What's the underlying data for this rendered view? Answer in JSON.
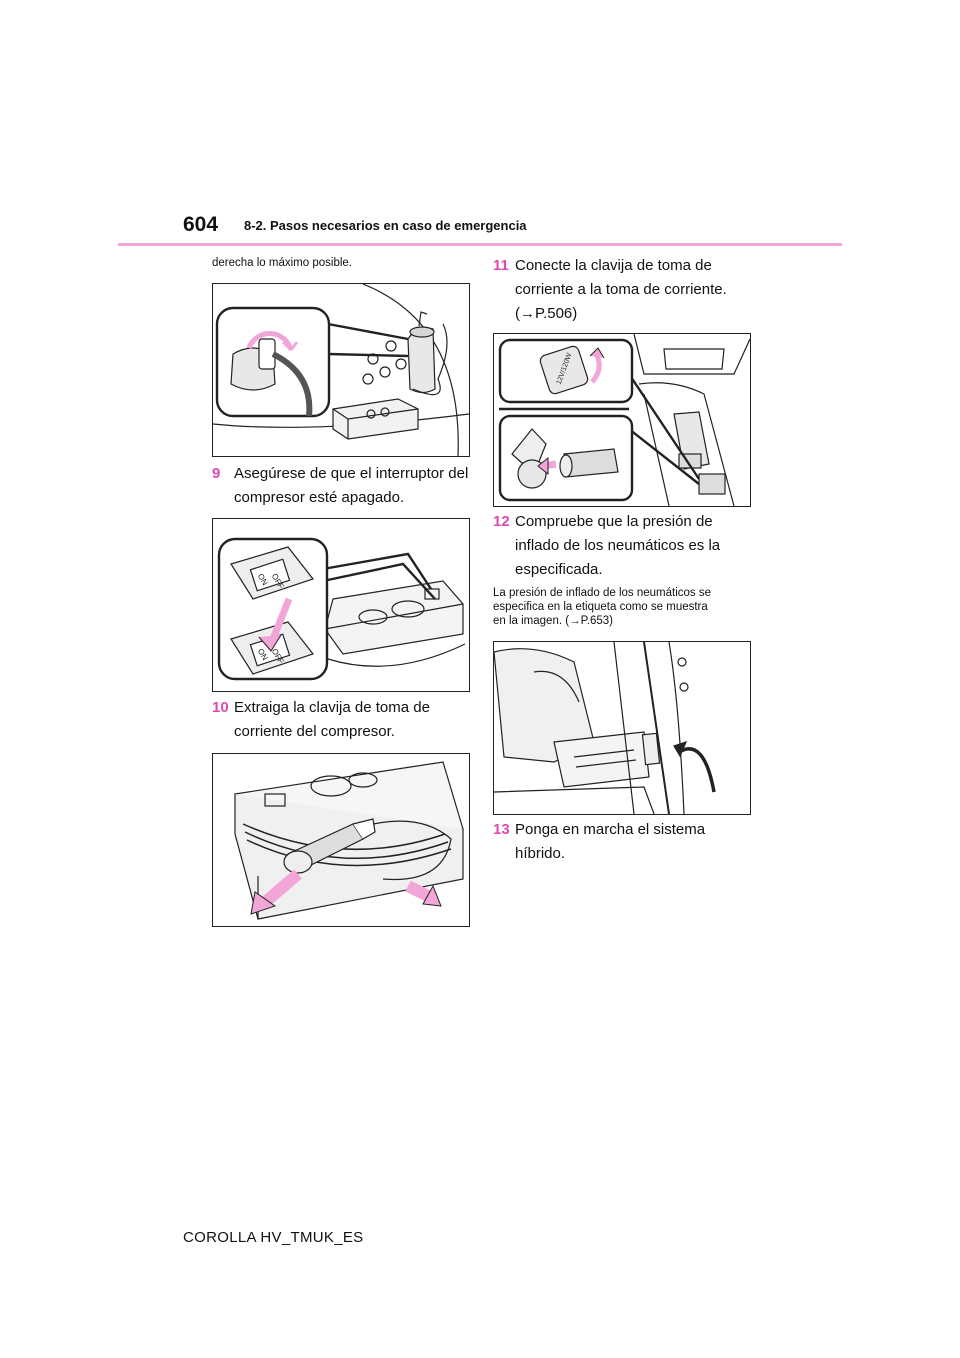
{
  "header": {
    "page_number": "604",
    "section_title": "8-2. Pasos necesarios en caso de emergencia"
  },
  "left_column": {
    "continuation_text": "derecha lo máximo posible.",
    "step9": {
      "number": "9",
      "line1": "Asegúrese de que el interruptor del",
      "line2": "compresor esté apagado."
    },
    "step10": {
      "number": "10",
      "line1": "Extraiga la clavija de toma de",
      "line2": "corriente del compresor."
    }
  },
  "right_column": {
    "step11": {
      "number": "11",
      "line1": "Conecte la clavija de toma de",
      "line2": "corriente a la toma de corriente.",
      "line3": "(→P.506)"
    },
    "step12": {
      "number": "12",
      "line1": "Compruebe que la presión de",
      "line2": "inflado de los neumáticos es la",
      "line3": "especificada."
    },
    "note": {
      "line1": "La presión de inflado de los neumáticos se",
      "line2": "especifica en la etiqueta como se muestra",
      "line3": "en la imagen. (→P.653)"
    },
    "step13": {
      "number": "13",
      "line1": "Ponga en marcha el sistema",
      "line2": "híbrido."
    }
  },
  "figures": {
    "switch_labels": {
      "on": "ON",
      "off": "OFF"
    },
    "socket_label": "12V/120W",
    "arrow_color": "#f2a6d8"
  },
  "footer": {
    "model": "COROLLA HV_TMUK_ES"
  }
}
